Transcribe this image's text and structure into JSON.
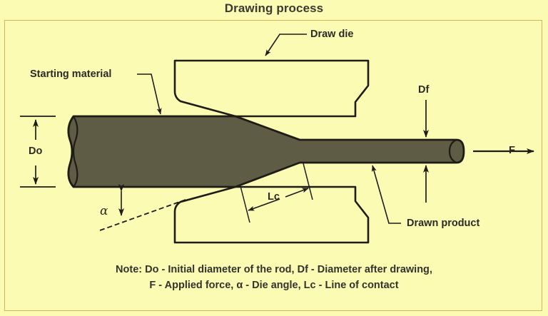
{
  "title": "Drawing process",
  "colors": {
    "background": "#fbfbb4",
    "frame_border": "#d4b458",
    "workpiece_fill": "#5f5c45",
    "outline": "#1d1d16",
    "text": "#2b2b24"
  },
  "labels": {
    "starting_material": "Starting material",
    "draw_die": "Draw die",
    "drawn_product": "Drawn product",
    "do": "Do",
    "df": "Df",
    "force": "F",
    "alpha": "α",
    "lc": "Lc"
  },
  "notes": {
    "line1": "Note: Do - Initial diameter of the rod, Df - Diameter after drawing,",
    "line2": "F - Applied force, α - Die angle, Lc - Line of contact"
  },
  "legend": [
    {
      "symbol": "Do",
      "meaning": "Initial diameter of the rod"
    },
    {
      "symbol": "Df",
      "meaning": "Diameter after drawing"
    },
    {
      "symbol": "F",
      "meaning": "Applied force"
    },
    {
      "symbol": "α",
      "meaning": "Die angle"
    },
    {
      "symbol": "Lc",
      "meaning": "Line of contact"
    }
  ]
}
